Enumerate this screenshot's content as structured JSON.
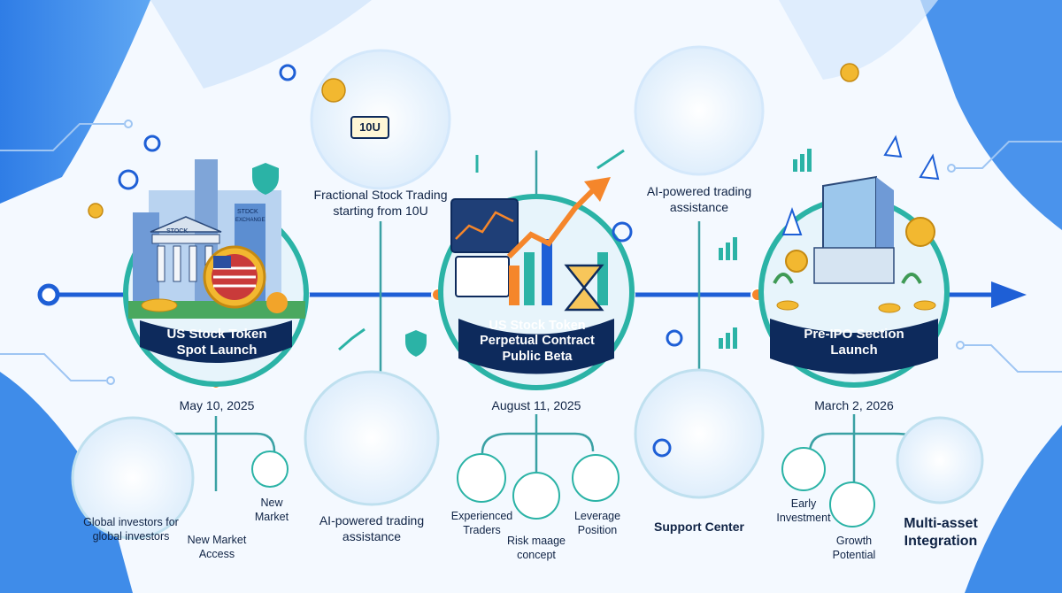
{
  "milestones": [
    {
      "title": "US Stock Token Spot Launch",
      "date": "May 10, 2025"
    },
    {
      "title": "US Stock Token Perpetual Contract Public Beta",
      "date": "August 11, 2025"
    },
    {
      "title": "Pre-IPO Section Launch",
      "date": "March 2, 2026"
    }
  ],
  "scene_text": {
    "stock_sign": "STOCK",
    "exchange_sign_1": "STDCK",
    "exchange_sign_2": "ЕХСНАNGE",
    "tenU": "10U"
  },
  "upper_features": [
    {
      "text": "Fractional Stock Trading starting from 10U"
    },
    {
      "text": "AI-powered trading assistance"
    }
  ],
  "lower_features": {
    "global": "Global investors for global investors",
    "new_market_access": "New Market Access",
    "new_market": "New Market",
    "ai_assist": "AI-powered trading assistance",
    "experienced": "Experienced Traders",
    "risk": "Risk maage concept",
    "leverage": "Leverage Position",
    "support": "Support Center",
    "early": "Early Investment",
    "growth": "Growth Potential",
    "multi": "Multi-asset Integration"
  },
  "colors": {
    "timeline": "#1e5fd6",
    "node_orange": "#f5862b",
    "teal": "#2bb3a6",
    "navy": "#0d2a5c",
    "blue_bg": "#3a86e8"
  }
}
